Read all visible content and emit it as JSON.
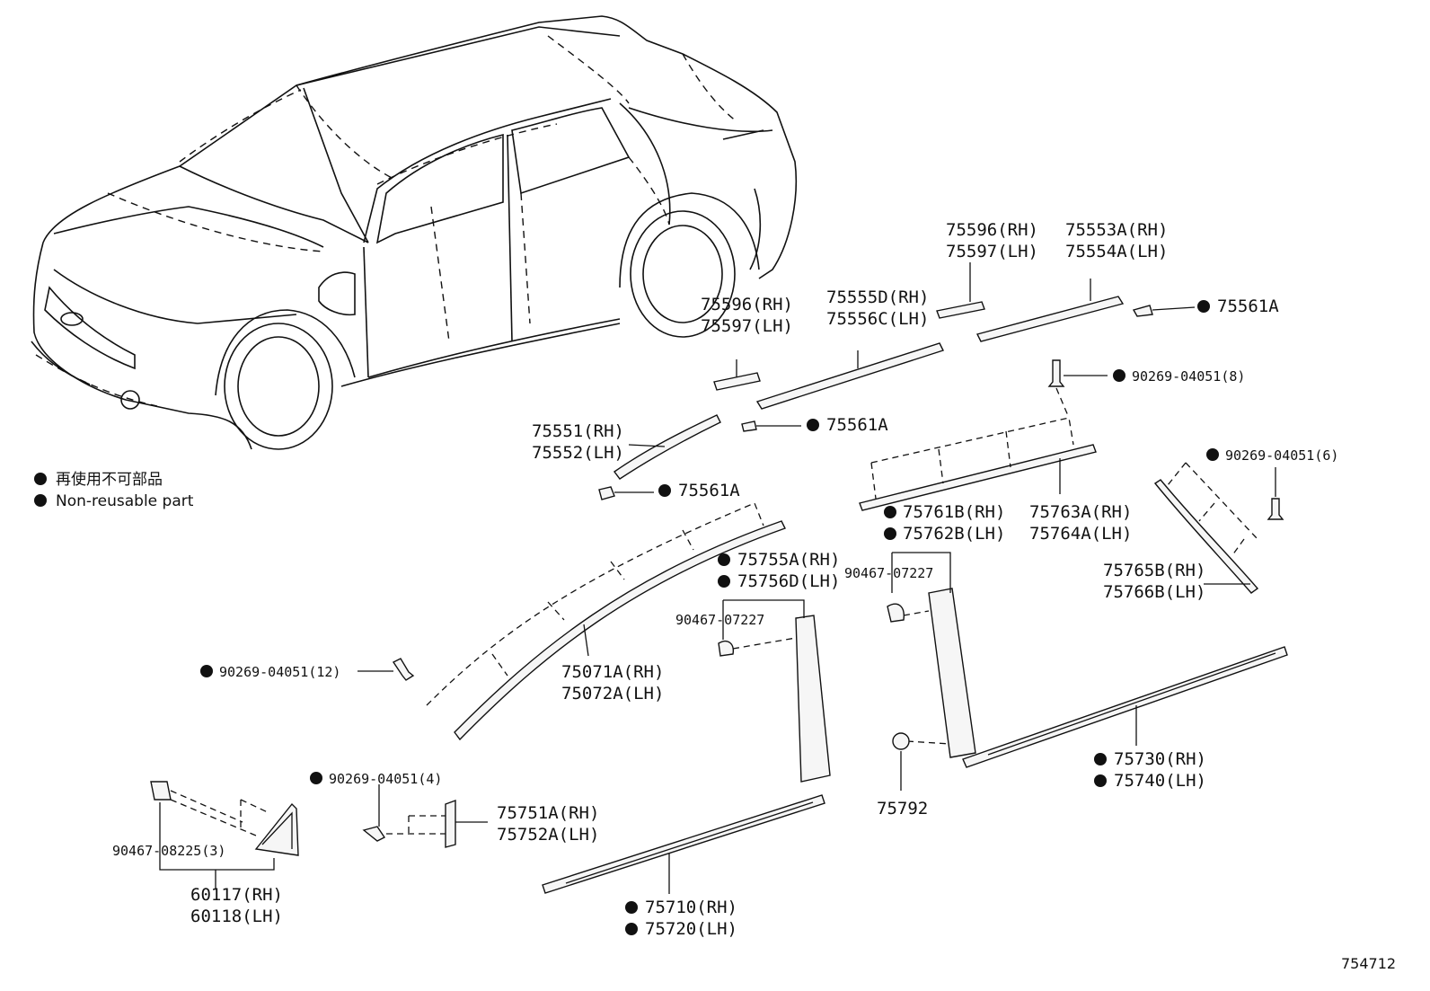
{
  "legend": [
    {
      "symbol": "●",
      "text": "再使用不可部品"
    },
    {
      "symbol": "●",
      "text": "Non-reusable part"
    }
  ],
  "callouts": [
    {
      "id": "c1",
      "lines": [
        "75596(RH)",
        "75597(LH)"
      ],
      "bullet": false
    },
    {
      "id": "c2",
      "lines": [
        "75553A(RH)",
        "75554A(LH)"
      ],
      "bullet": false
    },
    {
      "id": "c3",
      "lines": [
        "75561A"
      ],
      "bullet": true
    },
    {
      "id": "c4",
      "lines": [
        "75555D(RH)",
        "75556C(LH)"
      ],
      "bullet": false
    },
    {
      "id": "c5",
      "lines": [
        "75596(RH)",
        "75597(LH)"
      ],
      "bullet": false
    },
    {
      "id": "c6",
      "lines": [
        "90269-04051(8)"
      ],
      "bullet": true
    },
    {
      "id": "c7",
      "lines": [
        "75561A"
      ],
      "bullet": true
    },
    {
      "id": "c8",
      "lines": [
        "75551(RH)",
        "75552(LH)"
      ],
      "bullet": false
    },
    {
      "id": "c9",
      "lines": [
        "90269-04051(6)"
      ],
      "bullet": true
    },
    {
      "id": "c10",
      "lines": [
        "75561A"
      ],
      "bullet": true
    },
    {
      "id": "c11",
      "lines": [
        "75761B(RH)",
        "75762B(LH)"
      ],
      "bullet": true
    },
    {
      "id": "c12",
      "lines": [
        "75763A(RH)",
        "75764A(LH)"
      ],
      "bullet": false
    },
    {
      "id": "c13",
      "lines": [
        "75755A(RH)",
        "75756D(LH)"
      ],
      "bullet": true
    },
    {
      "id": "c14",
      "lines": [
        "90467-07227"
      ],
      "bullet": false
    },
    {
      "id": "c15",
      "lines": [
        "75765B(RH)",
        "75766B(LH)"
      ],
      "bullet": false
    },
    {
      "id": "c16",
      "lines": [
        "90467-07227"
      ],
      "bullet": false
    },
    {
      "id": "c17",
      "lines": [
        "90269-04051(12)"
      ],
      "bullet": true
    },
    {
      "id": "c18",
      "lines": [
        "75071A(RH)",
        "75072A(LH)"
      ],
      "bullet": false
    },
    {
      "id": "c19",
      "lines": [
        "75730(RH)",
        "75740(LH)"
      ],
      "bullet": true
    },
    {
      "id": "c20",
      "lines": [
        "90269-04051(4)"
      ],
      "bullet": true
    },
    {
      "id": "c21",
      "lines": [
        "75751A(RH)",
        "75752A(LH)"
      ],
      "bullet": false
    },
    {
      "id": "c22",
      "lines": [
        "75792"
      ],
      "bullet": false
    },
    {
      "id": "c23",
      "lines": [
        "90467-08225(3)"
      ],
      "bullet": false
    },
    {
      "id": "c24",
      "lines": [
        "60117(RH)",
        "60118(LH)"
      ],
      "bullet": false
    },
    {
      "id": "c25",
      "lines": [
        "75710(RH)",
        "75720(LH)"
      ],
      "bullet": true
    }
  ],
  "figure_id": "754712"
}
